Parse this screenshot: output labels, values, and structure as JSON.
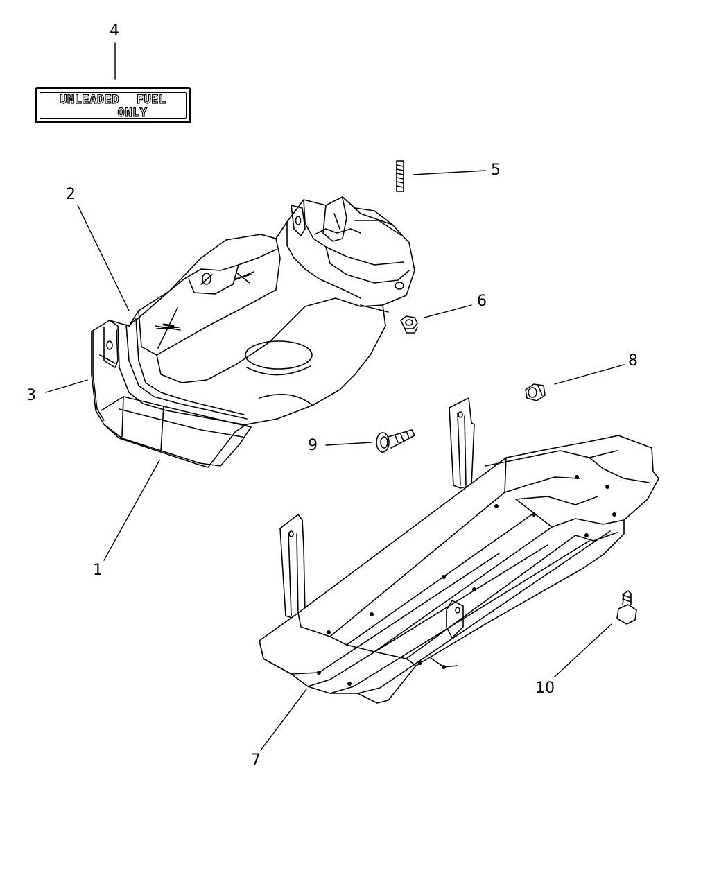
{
  "label": {
    "line1": "UNLEADED FUEL",
    "line2": "ONLY"
  },
  "callouts": [
    "1",
    "2",
    "3",
    "4",
    "5",
    "6",
    "7",
    "8",
    "9",
    "10"
  ],
  "colors": {
    "ink": "#000000",
    "paper": "#ffffff",
    "shade": "#f2f2f2"
  }
}
